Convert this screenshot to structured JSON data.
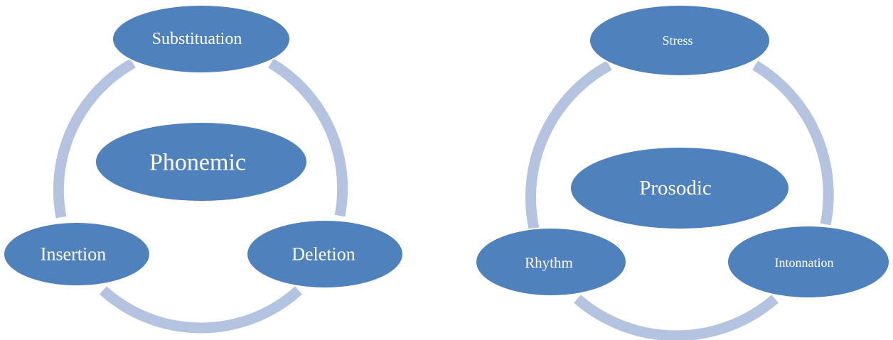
{
  "colors": {
    "node_fill": "#4f81bd",
    "ring": "#b4c3df",
    "label": "#ffffff",
    "background": "#ffffff"
  },
  "diagrams": [
    {
      "center_label": "Phonemic",
      "nodes": [
        "Substituation",
        "Deletion",
        "Insertion"
      ]
    },
    {
      "center_label": "Prosodic",
      "nodes": [
        "Stress",
        "Intonnation",
        "Rhythm"
      ]
    }
  ]
}
